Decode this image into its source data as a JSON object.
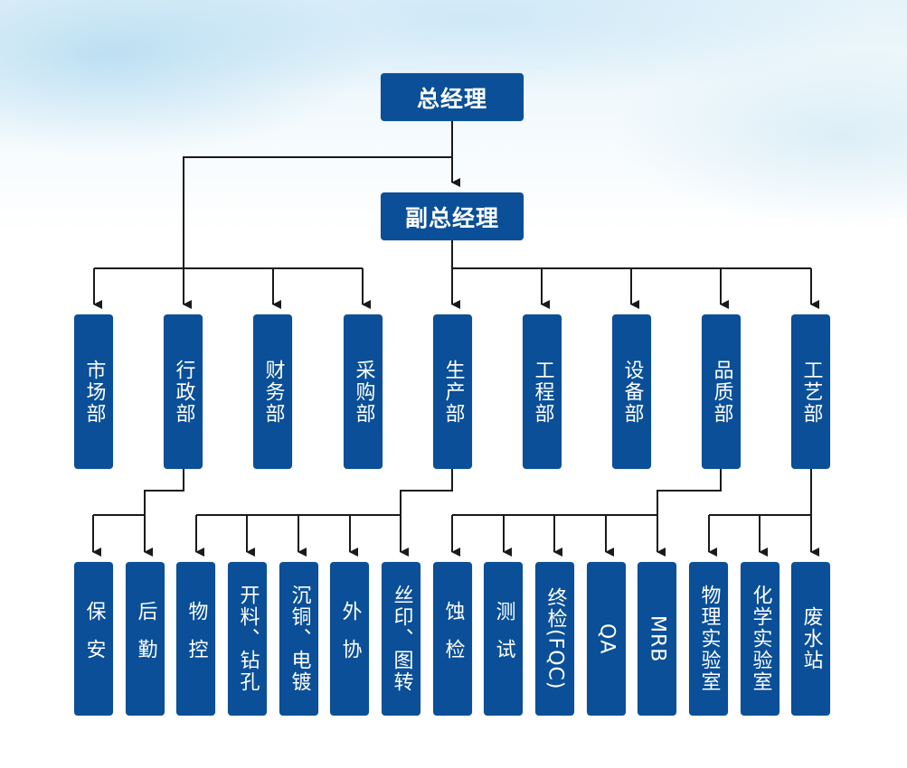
{
  "title_nodes": {
    "general_manager": "总经理",
    "deputy_general_manager": "副总经理"
  },
  "colors": {
    "box_fill": "#0a4f97",
    "box_text": "#ffffff",
    "connector": "#1a1a1a"
  },
  "departments": [
    {
      "label": "市场部"
    },
    {
      "label": "行政部"
    },
    {
      "label": "财务部"
    },
    {
      "label": "采购部"
    },
    {
      "label": "生产部"
    },
    {
      "label": "工程部"
    },
    {
      "label": "设备部"
    },
    {
      "label": "品质部"
    },
    {
      "label": "工艺部"
    }
  ],
  "units": [
    {
      "label": "保安",
      "parent": "行政部"
    },
    {
      "label": "后勤",
      "parent": "行政部"
    },
    {
      "label": "物控",
      "parent": "生产部"
    },
    {
      "label": "开料、钻孔",
      "parent": "生产部"
    },
    {
      "label": "沉铜、电镀",
      "parent": "生产部"
    },
    {
      "label": "外协",
      "parent": "生产部"
    },
    {
      "label": "丝印、图转",
      "parent": "生产部"
    },
    {
      "label": "蚀检",
      "parent": "品质部"
    },
    {
      "label": "测试",
      "parent": "品质部"
    },
    {
      "label": "终检(FQC)",
      "parent": "品质部"
    },
    {
      "label": "QA",
      "parent": "品质部"
    },
    {
      "label": "MRB",
      "parent": "品质部"
    },
    {
      "label": "物理实验室",
      "parent": "工艺部"
    },
    {
      "label": "化学实验室",
      "parent": "工艺部"
    },
    {
      "label": "废水站",
      "parent": "工艺部"
    }
  ]
}
